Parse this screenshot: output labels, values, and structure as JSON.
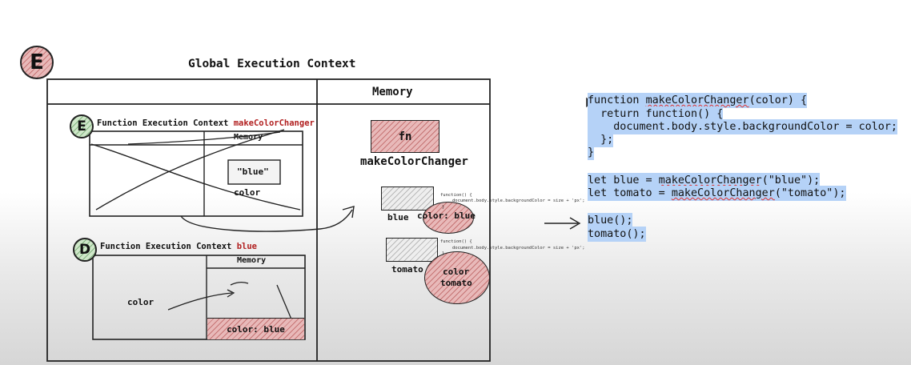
{
  "badges": {
    "top": "E",
    "fec_top": "E",
    "fec_bottom": "D"
  },
  "gec": {
    "title": "Global Execution Context",
    "memory_label": "Memory",
    "fn_box_label": "fn",
    "fn_name": "makeColorChanger",
    "var_blue": "blue",
    "var_tomato": "tomato",
    "closure_blue": "color: blue",
    "closure_tomato_line1": "color",
    "closure_tomato_line2": "tomato",
    "fn_snippet_line1": "function() {",
    "fn_snippet_line2": "document.body.style.backgroundColor = size + 'px';",
    "fn_snippet_line3": "}"
  },
  "fec1": {
    "title_prefix": "Function Execution Context ",
    "title_name": "makeColorChanger",
    "memory_label": "Memory",
    "value": "\"blue\"",
    "var_label": "color"
  },
  "fec2": {
    "title_prefix": "Function Execution Context ",
    "title_name": "blue",
    "memory_label": "Memory",
    "left_label": "color",
    "value_label": "color: blue"
  },
  "code": {
    "l1_kw": "function ",
    "l1_name": "makeColorChanger",
    "l1_rest": "(color) {",
    "l2": "  return function() {",
    "l3": "    document.body.style.backgroundColor = color;",
    "l4": "  };",
    "l5": "}",
    "l6_pre": "let blue = ",
    "l6_fn": "makeColorChanger",
    "l6_post": "(\"blue\");",
    "l7_pre": "let tomato = ",
    "l7_fn": "makeColorChanger",
    "l7_post": "(\"tomato\");",
    "l8": "blue();",
    "l9": "tomato();"
  },
  "colors": {
    "highlight": "#b5d2f7",
    "accent_red": "#b11f1f",
    "hatch_red": "#e8b9b9",
    "hatch_green": "#cfe7c9"
  }
}
